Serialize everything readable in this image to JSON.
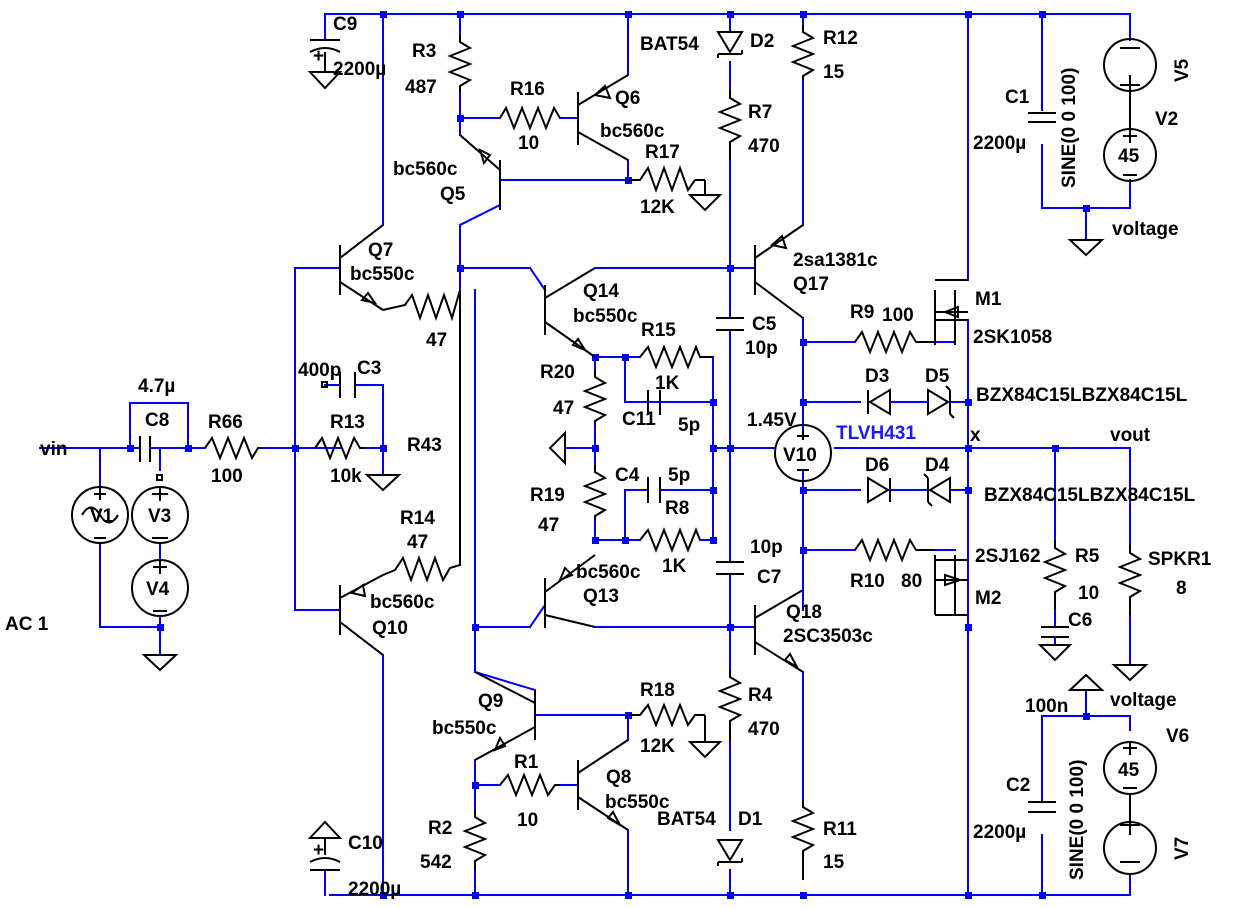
{
  "labels": {
    "C9": "C9",
    "C9v": "2200µ",
    "R3": "R3",
    "R3v": "487",
    "R16": "R16",
    "R16v": "10",
    "Q6": "Q6",
    "Q6m": "bc560c",
    "R17": "R17",
    "R17v": "12K",
    "D2": "D2",
    "D2m": "BAT54",
    "R7": "R7",
    "R7v": "470",
    "R12": "R12",
    "R12v": "15",
    "C1": "C1",
    "C1v": "2200µ",
    "V5": "V5",
    "V2": "V2",
    "V2v": "45",
    "sine1": "SINE(0 0 100)",
    "voltage1": "voltage",
    "Q5": "Q5",
    "Q5m": "bc560c",
    "Q17": "Q17",
    "Q17m": "2sa1381c",
    "Q7": "Q7",
    "Q7m": "bc550c",
    "R47a": "47",
    "M1": "M1",
    "M1m": "2SK1058",
    "R9": "R9",
    "R9v": "100",
    "Q14": "Q14",
    "Q14m": "bc550c",
    "R15": "R15",
    "R15v": "1K",
    "C5": "C5",
    "C5v": "10p",
    "C3": "C3",
    "C3v": "400p",
    "C8": "C8",
    "C8v": "4.7µ",
    "R20": "R20",
    "R20v": "47",
    "C11": "C11",
    "C11v": "5p",
    "D3": "D3",
    "D5": "D5",
    "Dm1": "BZX84C15LBZX84C15L",
    "V10": "V10",
    "V10v": "1.45V",
    "V10m": "TLVH431",
    "vin": "vin",
    "R66": "R66",
    "R66v": "100",
    "R13": "R13",
    "R13v": "10k",
    "R43": "R43",
    "x": "x",
    "vout": "vout",
    "C4": "C4",
    "C4v": "5p",
    "R8": "R8",
    "R8v": "1K",
    "R19": "R19",
    "R19v": "47",
    "D6": "D6",
    "D4": "D4",
    "Dm2": "BZX84C15LBZX84C15L",
    "R14": "R14",
    "R14v": "47",
    "V1": "V1",
    "V3": "V3",
    "V4": "V4",
    "Q13": "Q13",
    "Q13m": "bc560c",
    "C7": "C7",
    "C7v": "10p",
    "R10": "R10",
    "R10v": "80",
    "M2": "M2",
    "M2m": "2SJ162",
    "R5": "R5",
    "R5v": "10",
    "SPKR1": "SPKR1",
    "SPKR1v": "8",
    "Q10": "Q10",
    "Q10m": "bc560c",
    "AC1": "AC 1",
    "Q18": "Q18",
    "Q18m": "2SC3503c",
    "C6": "C6",
    "C6v": "100n",
    "voltage2": "voltage",
    "Q9": "Q9",
    "Q9m": "bc550c",
    "R18": "R18",
    "R18v": "12K",
    "R4": "R4",
    "R4v": "470",
    "V6": "V6",
    "V6v": "45",
    "R1": "R1",
    "R1v": "10",
    "Q8": "Q8",
    "Q8m": "bc550c",
    "C2": "C2",
    "C2v": "2200µ",
    "sine2": "SINE(0 0 100)",
    "R2": "R2",
    "R2v": "542",
    "D1": "D1",
    "D1m": "BAT54",
    "R11": "R11",
    "R11v": "15",
    "C10": "C10",
    "C10v": "2200µ",
    "V7": "V7"
  },
  "colors": {
    "wire": "#0000ff",
    "component": "#000000",
    "netlabel": "#1a1aff"
  }
}
